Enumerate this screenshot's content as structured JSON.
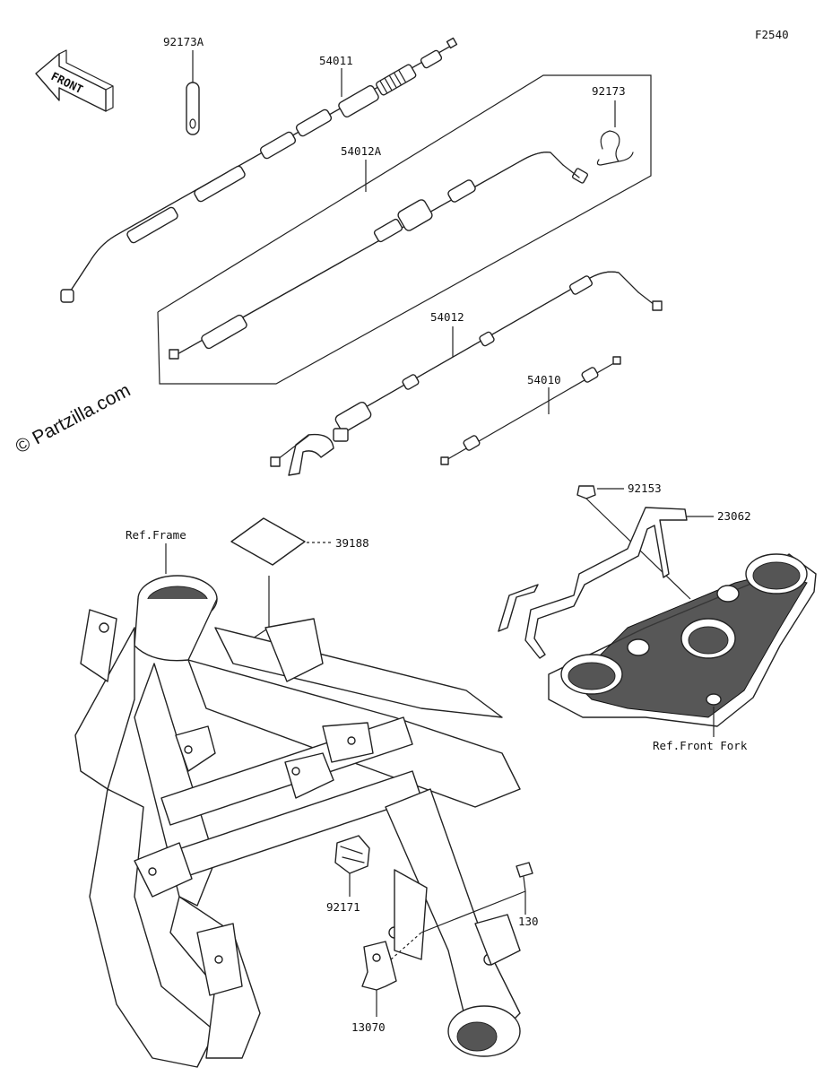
{
  "figure_code": "F2540",
  "watermark": "© Partzilla.com",
  "front_arrow_text": "FRONT",
  "callouts": {
    "p92173A": "92173A",
    "p54011": "54011",
    "p92173": "92173",
    "p54012A": "54012A",
    "p54012": "54012",
    "p54010": "54010",
    "p92153": "92153",
    "p23062": "23062",
    "p39188": "39188",
    "ref_frame": "Ref.Frame",
    "ref_front_fork": "Ref.Front Fork",
    "p92171": "92171",
    "p130": "130",
    "p13070": "13070"
  },
  "icons": {
    "front_arrow": "front-direction-arrow-icon"
  }
}
